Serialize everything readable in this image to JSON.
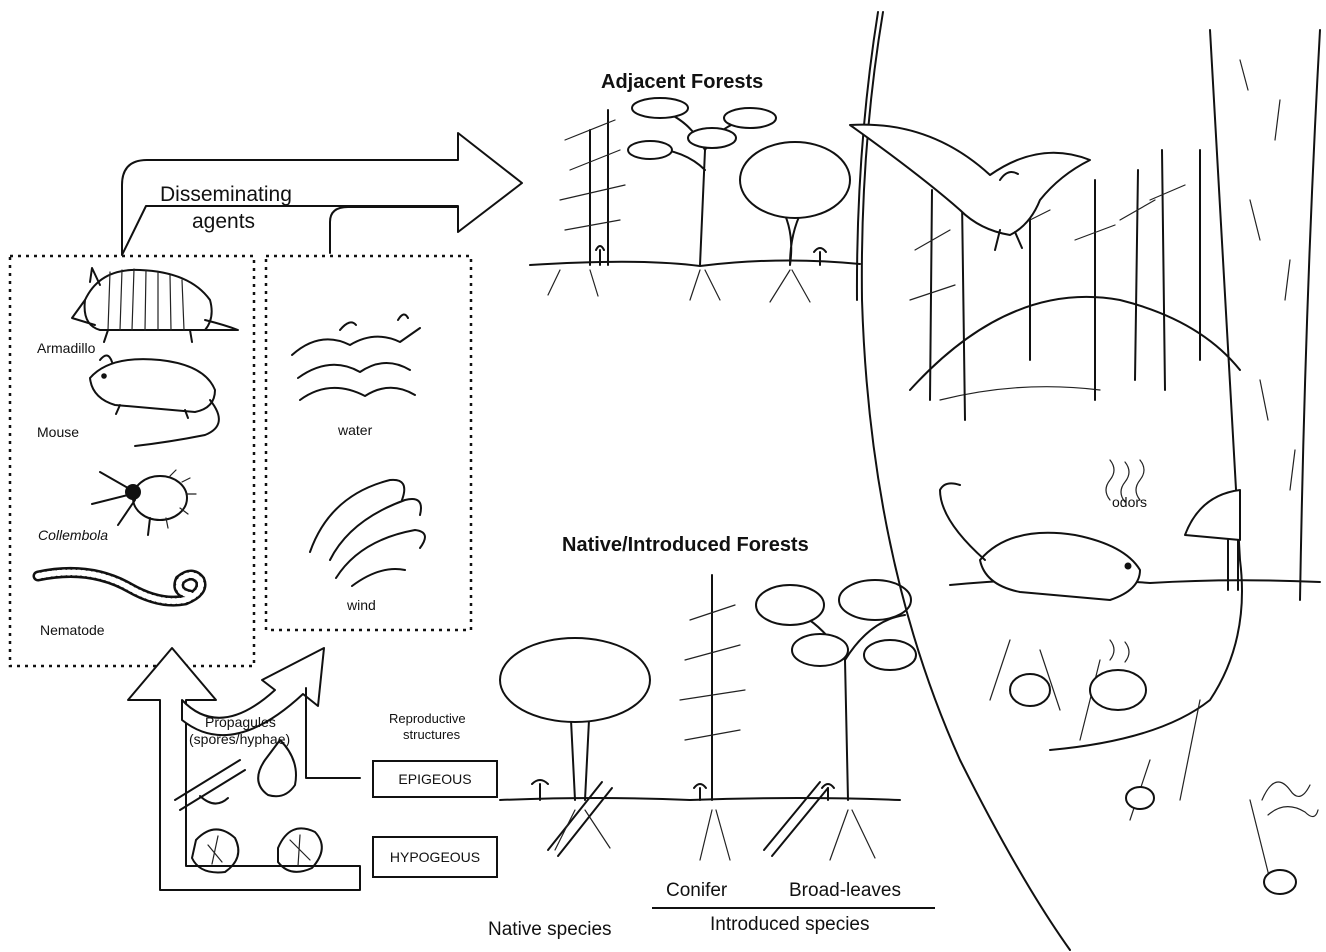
{
  "titles": {
    "adjacent_forests": "Adjacent Forests",
    "native_introduced_forests": "Native/Introduced Forests"
  },
  "disseminating": {
    "line1": "Disseminating",
    "line2": "agents"
  },
  "animal_agents": {
    "armadillo": "Armadillo",
    "mouse": "Mouse",
    "collembola": "Collembola",
    "nematode": "Nematode"
  },
  "abiotic_agents": {
    "water": "water",
    "wind": "wind"
  },
  "propagules": {
    "line1": "Propagules",
    "line2": "(spores/hyphae)"
  },
  "reproductive": {
    "line1": "Reproductive",
    "line2": "structures",
    "epigeous": "EPIGEOUS",
    "hypogeous": "HYPOGEOUS"
  },
  "species": {
    "conifer": "Conifer",
    "broad_leaves": "Broad-leaves",
    "native": "Native species",
    "introduced": "Introduced species"
  },
  "scene": {
    "odors": "odors"
  },
  "colors": {
    "ink": "#111111",
    "background": "#ffffff"
  }
}
